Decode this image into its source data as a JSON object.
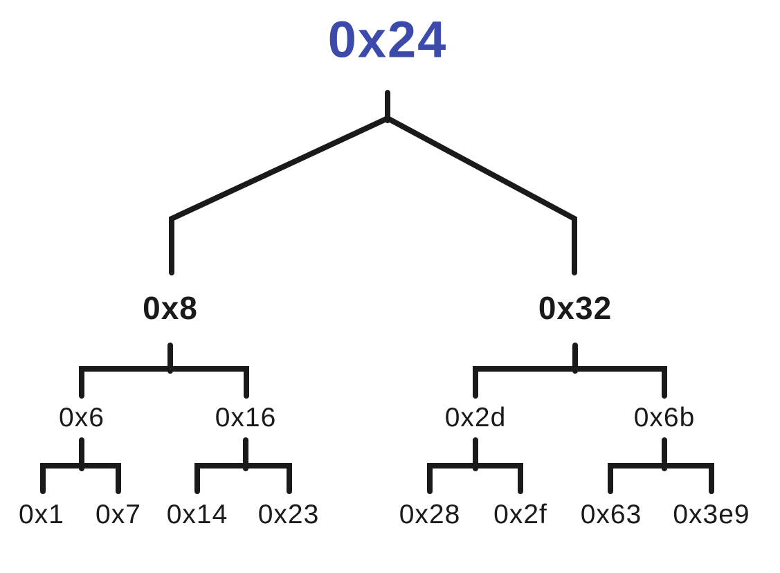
{
  "diagram": {
    "type": "binary-tree",
    "palette": {
      "root_text_color": "#3c4aab",
      "node_text_color": "#1a1a1a",
      "line_color": "#1a1a1a",
      "background": "#ffffff"
    },
    "tree": {
      "label": "0x24",
      "children": [
        {
          "label": "0x8",
          "children": [
            {
              "label": "0x6",
              "children": [
                {
                  "label": "0x1"
                },
                {
                  "label": "0x7"
                }
              ]
            },
            {
              "label": "0x16",
              "children": [
                {
                  "label": "0x14"
                },
                {
                  "label": "0x23"
                }
              ]
            }
          ]
        },
        {
          "label": "0x32",
          "children": [
            {
              "label": "0x2d",
              "children": [
                {
                  "label": "0x28"
                },
                {
                  "label": "0x2f"
                }
              ]
            },
            {
              "label": "0x6b",
              "children": [
                {
                  "label": "0x63"
                },
                {
                  "label": "0x3e9"
                }
              ]
            }
          ]
        }
      ]
    }
  }
}
